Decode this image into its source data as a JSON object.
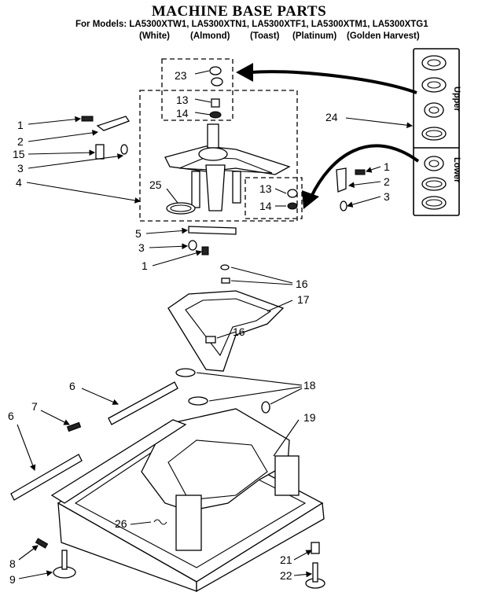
{
  "header": {
    "title": "MACHINE BASE PARTS",
    "models_line": "For Models: LA5300XTW1, LA5300XTN1, LA5300XTF1, LA5300XTM1, LA5300XTG1",
    "colors": [
      "(White)",
      "(Almond)",
      "(Toast)",
      "(Platinum)",
      "(Golden Harvest)"
    ]
  },
  "inset": {
    "upper_label": "Upper",
    "lower_label": "Lower"
  },
  "callouts": {
    "c23": "23",
    "c13a": "13",
    "c14a": "14",
    "c24": "24",
    "c1a": "1",
    "c2a": "2",
    "c15": "15",
    "c3a": "3",
    "c4": "4",
    "c25": "25",
    "c1b": "1",
    "c2b": "2",
    "c3b": "3",
    "c13b": "13",
    "c14b": "14",
    "c5": "5",
    "c3c": "3",
    "c1c": "1",
    "c16a": "16",
    "c17": "17",
    "c16b": "16",
    "c6a": "6",
    "c18": "18",
    "c7": "7",
    "c6b": "6",
    "c19": "19",
    "c26": "26",
    "c8": "8",
    "c9": "9",
    "c21": "21",
    "c22": "22"
  }
}
